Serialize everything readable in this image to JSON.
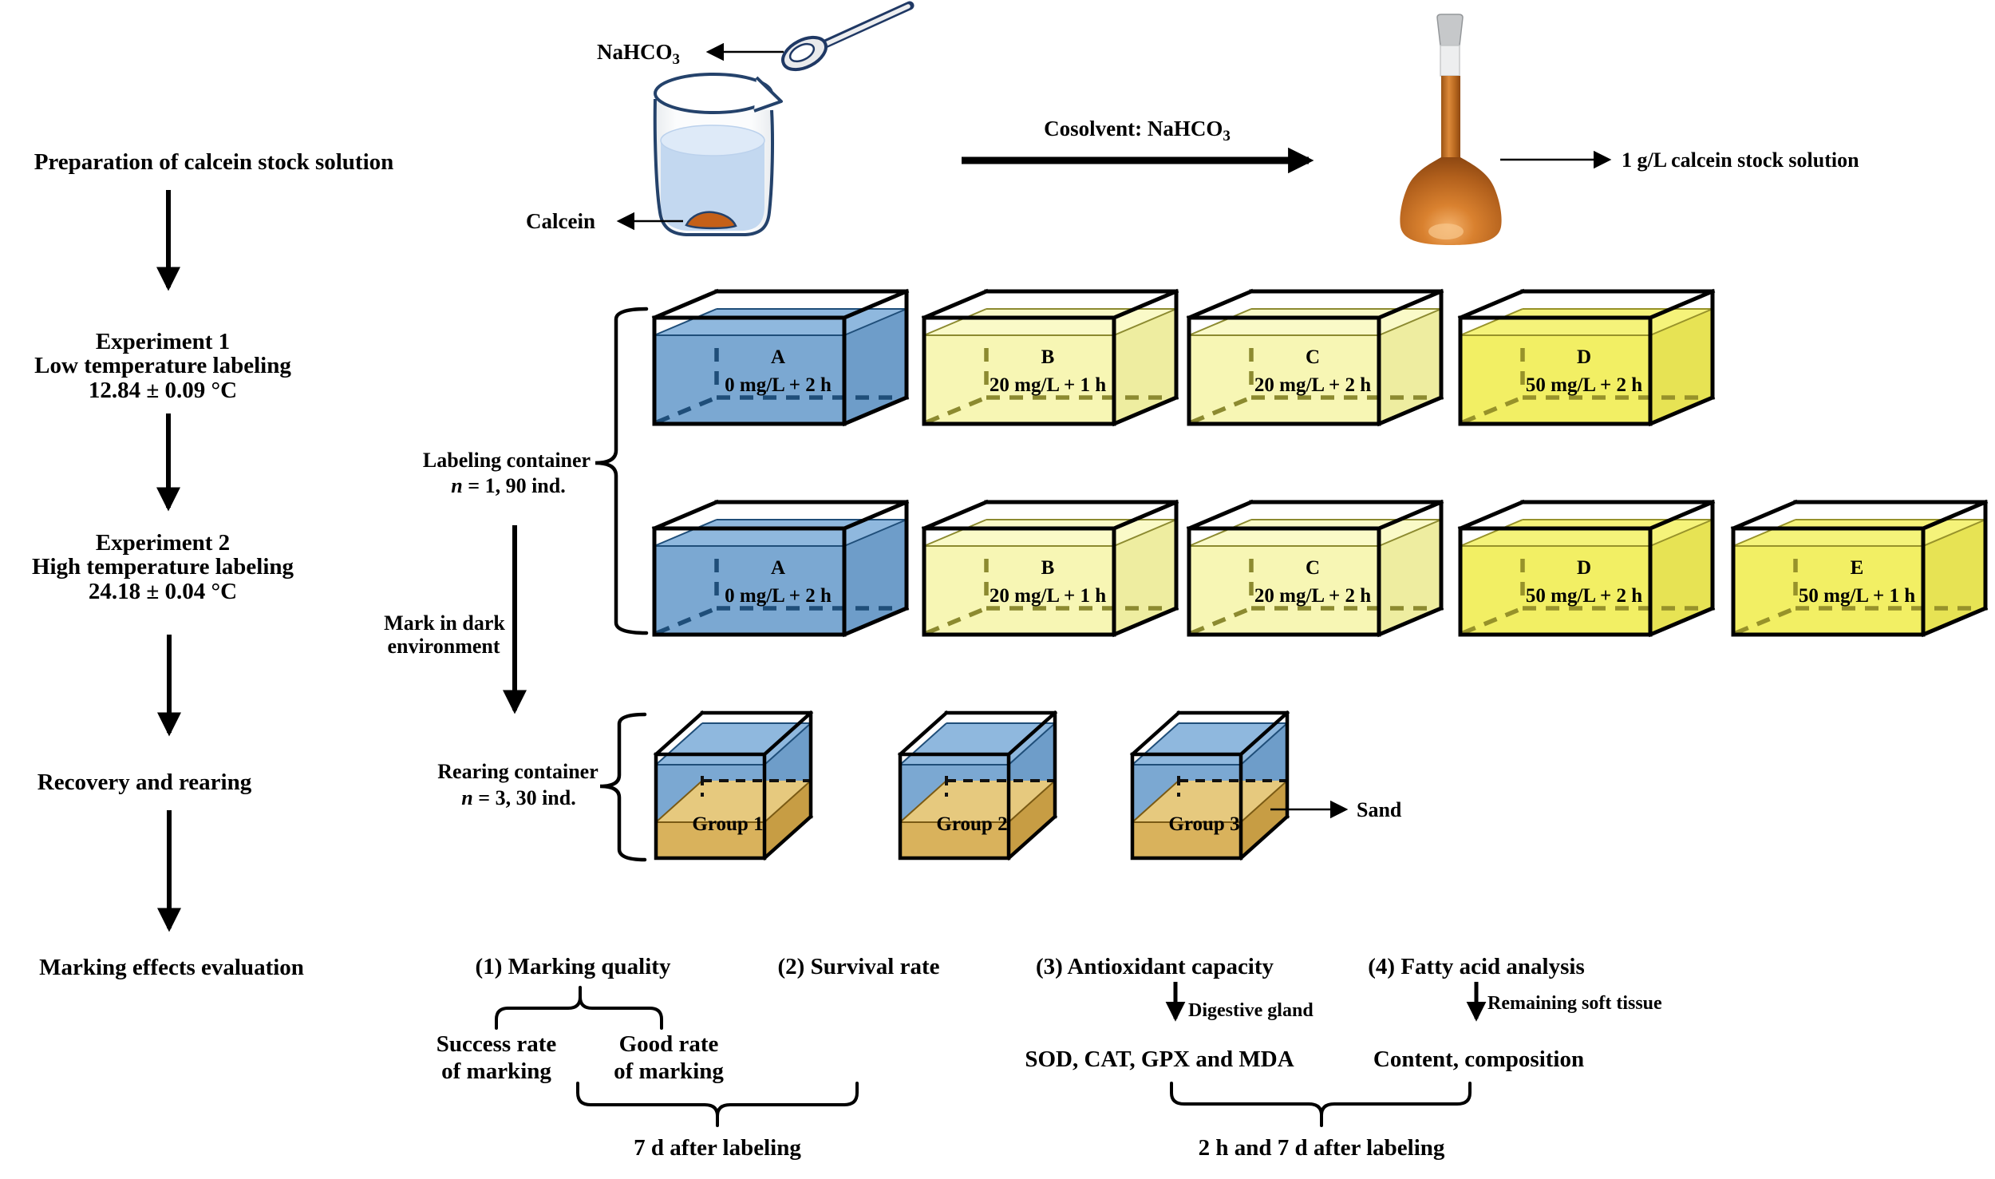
{
  "colors": {
    "ink": "#000000",
    "glass_outline": "#24426B",
    "beaker_water": "#C3D8F0",
    "beaker_water_surface": "#DEEAF8",
    "calcein_powder": "#C56018",
    "flask_orange_light": "#F4B26C",
    "flask_orange": "#C9742E",
    "flask_orange_dark": "#8E4812",
    "stopper_grey": "#C6C8CA",
    "blue": {
      "front": "#7BA8D2",
      "top": "#8FB8DE",
      "side": "#6E9DC9",
      "edge": "#1F4E79"
    },
    "pale_yellow": {
      "front": "#F7F6B4",
      "top": "#FAFAC8",
      "side": "#EEEDA0",
      "edge": "#8C8A30"
    },
    "bright_yellow": {
      "front": "#F2EF64",
      "top": "#F5F37A",
      "side": "#E7E354",
      "edge": "#97922A"
    },
    "sand_fill": {
      "front": "#D9B25C",
      "top": "#E6C97E",
      "side": "#C79D44",
      "edge": "#7A5A14"
    }
  },
  "stock_preparation": {
    "title": "Preparation of calcein stock solution",
    "nahco3": {
      "base": "NaHCO",
      "sub": "3"
    },
    "calcein": "Calcein",
    "cosolvent": {
      "base": "Cosolvent: NaHCO",
      "sub": "3"
    },
    "product": "1 g/L calcein stock solution"
  },
  "flow": {
    "experiment1": {
      "line1": "Experiment 1",
      "line2": "Low temperature labeling",
      "line3": "12.84 ± 0.09 °C"
    },
    "experiment2": {
      "line1": "Experiment 2",
      "line2": "High temperature labeling",
      "line3": "24.18 ± 0.04 °C"
    },
    "recovery": "Recovery and rearing",
    "evaluation": "Marking effects evaluation"
  },
  "labeling_stage": {
    "container_label": "Labeling container",
    "replicate_italic": "n",
    "replicate_rest": " = 1, 90 ind.",
    "dark_line1": "Mark in dark",
    "dark_line2": "environment",
    "tanks_row1": [
      {
        "label": "A",
        "treatment": "0 mg/L + 2 h",
        "colorway": "blue"
      },
      {
        "label": "B",
        "treatment": "20 mg/L + 1 h",
        "colorway": "pale_yellow"
      },
      {
        "label": "C",
        "treatment": "20 mg/L + 2 h",
        "colorway": "pale_yellow"
      },
      {
        "label": "D",
        "treatment": "50 mg/L + 2 h",
        "colorway": "bright_yellow"
      }
    ],
    "tanks_row2": [
      {
        "label": "A",
        "treatment": "0 mg/L + 2 h",
        "colorway": "blue"
      },
      {
        "label": "B",
        "treatment": "20 mg/L + 1 h",
        "colorway": "pale_yellow"
      },
      {
        "label": "C",
        "treatment": "20 mg/L + 2 h",
        "colorway": "pale_yellow"
      },
      {
        "label": "D",
        "treatment": "50 mg/L + 2 h",
        "colorway": "bright_yellow"
      },
      {
        "label": "E",
        "treatment": "50 mg/L + 1 h",
        "colorway": "bright_yellow"
      }
    ]
  },
  "rearing_stage": {
    "container_label": "Rearing container",
    "replicate_italic": "n",
    "replicate_rest": " = 3, 30 ind.",
    "groups": [
      "Group 1",
      "Group 2",
      "Group 3"
    ],
    "sand_label": "Sand"
  },
  "evaluation_stage": {
    "marking_quality": "(1) Marking quality",
    "survival_rate": "(2) Survival rate",
    "antioxidant": "(3) Antioxidant capacity",
    "fatty_acid": "(4) Fatty acid analysis",
    "success_line1": "Success rate",
    "success_line2": "of marking",
    "good_line1": "Good rate",
    "good_line2": "of marking",
    "time_after_1": "7 d after labeling",
    "digestive_gland": "Digestive gland",
    "remaining_tissue": "Remaining soft tissue",
    "biomarkers": "SOD, CAT, GPX and MDA",
    "content_composition": "Content, composition",
    "time_after_2": "2 h and 7 d after labeling"
  }
}
